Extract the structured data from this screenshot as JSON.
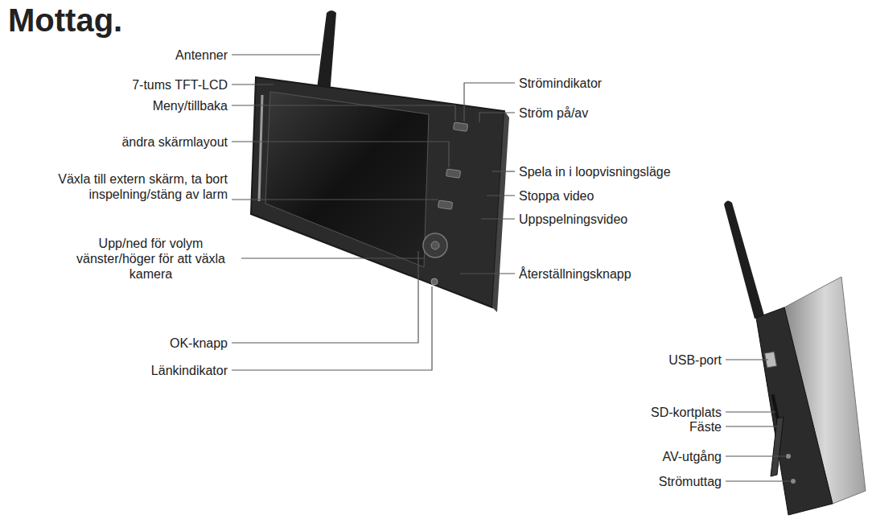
{
  "diagram": {
    "title": "Mottag.",
    "labels": [
      "Antenner",
      "7-tums TFT-LCD",
      "Meny/tillbaka",
      "ändra skärmlayout",
      "Växla till extern skärm, ta bort inspelning/stäng av larm",
      "Upp/ned för volym vänster/höger för att växla kamera",
      "OK-knapp",
      "Länkindikator",
      "Strömindikator",
      "Ström på/av",
      "Spela in i loopvisningsläge",
      "Stoppa video",
      "Uppspelningsvideo",
      "Återställningsknapp",
      "USB-port",
      "SD-kortplats",
      "Fäste",
      "AV-utgång",
      "Strömuttag"
    ]
  }
}
